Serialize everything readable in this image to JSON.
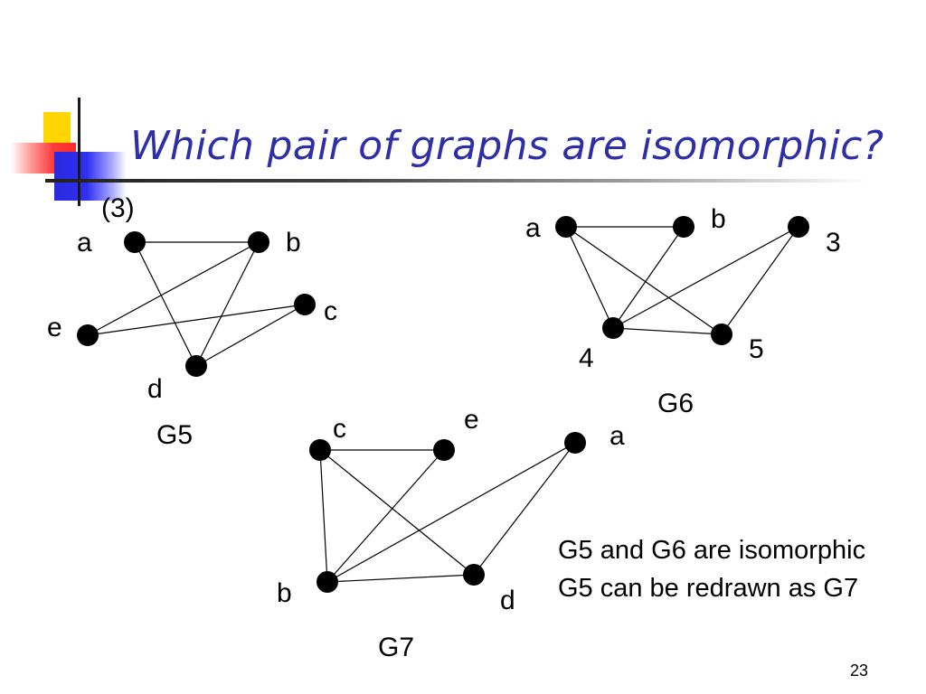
{
  "slide": {
    "title": "Which pair of graphs are isomorphic?",
    "item_number": "(3)",
    "captions": [
      "G5 and G6 are isomorphic",
      "G5 can be redrawn as G7"
    ],
    "page_number": "23"
  },
  "graphs": [
    {
      "name": "G5",
      "vertices": [
        "a",
        "b",
        "c",
        "d",
        "e"
      ],
      "edges": [
        [
          "a",
          "b"
        ],
        [
          "a",
          "d"
        ],
        [
          "b",
          "d"
        ],
        [
          "b",
          "e"
        ],
        [
          "c",
          "d"
        ],
        [
          "c",
          "e"
        ]
      ]
    },
    {
      "name": "G6",
      "vertices": [
        "a",
        "b",
        "3",
        "4",
        "5"
      ],
      "edges": [
        [
          "a",
          "b"
        ],
        [
          "a",
          "4"
        ],
        [
          "a",
          "5"
        ],
        [
          "b",
          "4"
        ],
        [
          "3",
          "4"
        ],
        [
          "3",
          "5"
        ],
        [
          "4",
          "5"
        ]
      ]
    },
    {
      "name": "G7",
      "vertices": [
        "c",
        "e",
        "a",
        "b",
        "d"
      ],
      "edges": [
        [
          "c",
          "e"
        ],
        [
          "c",
          "b"
        ],
        [
          "c",
          "d"
        ],
        [
          "e",
          "b"
        ],
        [
          "a",
          "b"
        ],
        [
          "a",
          "d"
        ],
        [
          "b",
          "d"
        ]
      ]
    }
  ]
}
